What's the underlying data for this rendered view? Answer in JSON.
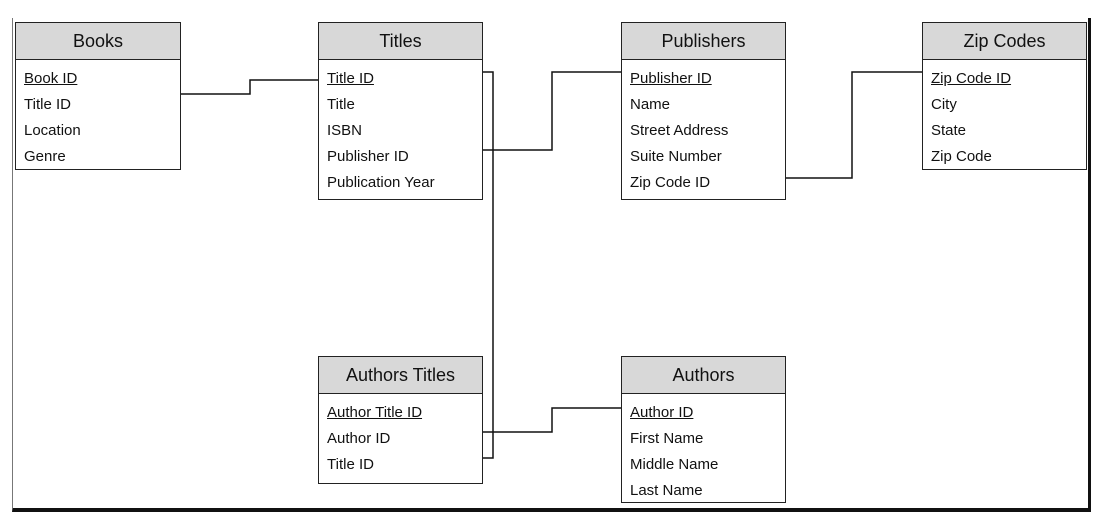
{
  "tables": {
    "books": {
      "title": "Books",
      "fields": [
        "Book ID",
        "Title ID",
        "Location",
        "Genre"
      ]
    },
    "titles": {
      "title": "Titles",
      "fields": [
        "Title ID",
        "Title",
        "ISBN",
        "Publisher ID",
        "Publication Year"
      ]
    },
    "publishers": {
      "title": "Publishers",
      "fields": [
        "Publisher ID",
        "Name",
        "Street Address",
        "Suite Number",
        "Zip Code ID"
      ]
    },
    "zip_codes": {
      "title": "Zip Codes",
      "fields": [
        "Zip Code ID",
        "City",
        "State",
        "Zip Code"
      ]
    },
    "authors_titles": {
      "title": "Authors Titles",
      "fields": [
        "Author Title ID",
        "Author ID",
        "Title ID"
      ]
    },
    "authors": {
      "title": "Authors",
      "fields": [
        "Author ID",
        "First Name",
        "Middle Name",
        "Last Name"
      ]
    }
  },
  "relationships": [
    {
      "from": "Books.Title ID",
      "to": "Titles.Title ID"
    },
    {
      "from": "Titles.Publisher ID",
      "to": "Publishers.Publisher ID"
    },
    {
      "from": "Publishers.Zip Code ID",
      "to": "Zip Codes.Zip Code ID"
    },
    {
      "from": "Authors Titles.Title ID",
      "to": "Titles.Title ID"
    },
    {
      "from": "Authors Titles.Author ID",
      "to": "Authors.Author ID"
    }
  ],
  "colors": {
    "header_fill": "#d8d8d8",
    "border": "#222222",
    "line": "#111111"
  }
}
